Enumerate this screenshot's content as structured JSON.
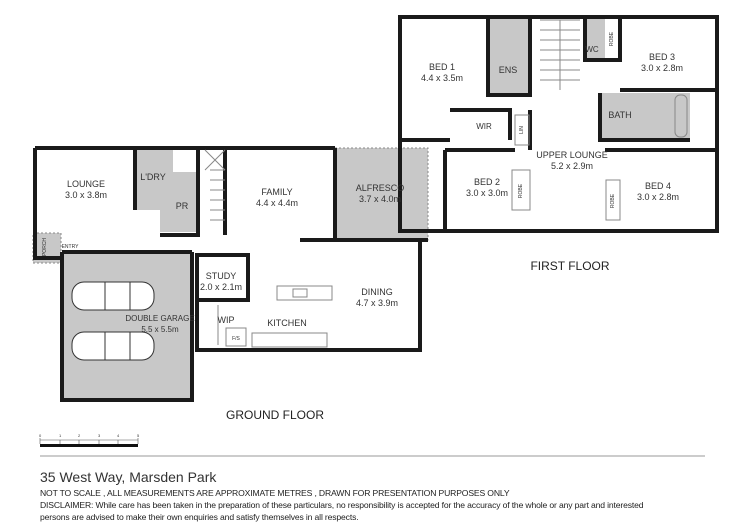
{
  "ground_floor": {
    "title": "GROUND FLOOR",
    "rooms": [
      {
        "name": "LOUNGE",
        "size": "3.0 x 3.8m"
      },
      {
        "name": "L'DRY"
      },
      {
        "name": "PR"
      },
      {
        "name": "FAMILY",
        "size": "4.4 x 4.4m"
      },
      {
        "name": "ALFRESCO",
        "size": "3.7 x 4.0m"
      },
      {
        "name": "STUDY",
        "size": "2.0 x 2.1m"
      },
      {
        "name": "DINING",
        "size": "4.7 x 3.9m"
      },
      {
        "name": "DOUBLE GARAGE",
        "size": "5.5 x 5.5m"
      },
      {
        "name": "WIP"
      },
      {
        "name": "KITCHEN"
      },
      {
        "name": "PORCH"
      },
      {
        "name": "ENTRY"
      },
      {
        "name": "F/S"
      }
    ]
  },
  "first_floor": {
    "title": "FIRST FLOOR",
    "rooms": [
      {
        "name": "BED 1",
        "size": "4.4 x 3.5m"
      },
      {
        "name": "ENS"
      },
      {
        "name": "WC"
      },
      {
        "name": "ROBE"
      },
      {
        "name": "BED 3",
        "size": "3.0 x 2.8m"
      },
      {
        "name": "WIR"
      },
      {
        "name": "LIN"
      },
      {
        "name": "BATH"
      },
      {
        "name": "UPPER LOUNGE",
        "size": "5.2 x 2.9m"
      },
      {
        "name": "BED 2",
        "size": "3.0 x 3.0m"
      },
      {
        "name": "ROBE"
      },
      {
        "name": "BED 4",
        "size": "3.0 x 2.8m"
      },
      {
        "name": "ROBE"
      }
    ]
  },
  "scale_bar": {
    "ticks": [
      "0",
      "1",
      "2",
      "3",
      "4",
      "5"
    ]
  },
  "footer": {
    "address": "35 West Way, Marsden Park",
    "note": "NOT TO SCALE , ALL MEASUREMENTS ARE APPROXIMATE METRES , DRAWN FOR PRESENTATION PURPOSES ONLY",
    "disclaimer_line1": "DISCLAIMER:  While care has been taken in the preparation of these particulars, no responsibility is accepted for the accuracy of the whole or any part and interested",
    "disclaimer_line2": "persons are advised to make their own enquiries and satisfy  themselves in all respects."
  },
  "colors": {
    "wall": "#1a1a1a",
    "shaded_area": "#c8c8c8",
    "line": "#999999"
  }
}
